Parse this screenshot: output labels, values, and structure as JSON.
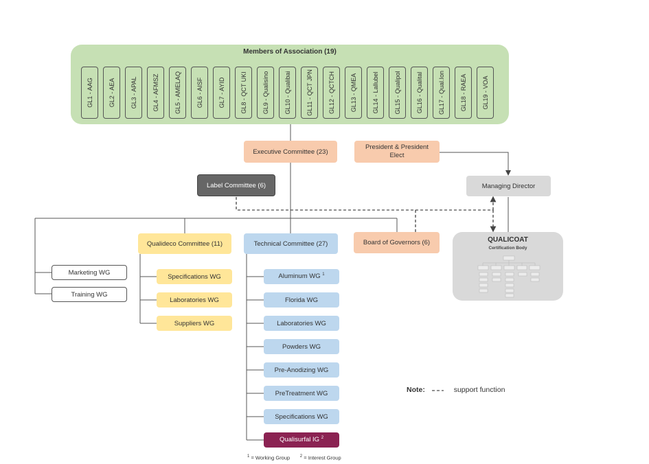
{
  "members": {
    "title": "Members of Association (19)",
    "items": [
      "GL1 - AAG",
      "GL2 - AEA",
      "GL3 - APAL",
      "GL4 - AFMSZ",
      "GL5 - AMELAQ",
      "GL6 - AISF",
      "GL7 - AYID",
      "GL8 - QCT UKI",
      "GL9 - Qualisino",
      "GL10 - Qualibai",
      "GL11 - QCT JPN",
      "GL12 - QCTCH",
      "GL13 - QMEA",
      "GL14 - Lallubel",
      "GL15 - Qualipol",
      "GL16 - Qualital",
      "GL17 - Qual.Ion",
      "GL18 - RAEA",
      "GL19 - VOA"
    ]
  },
  "executive_committee": "Executive Committee (23)",
  "president": "President & President Elect",
  "label_committee": "Label Committee (6)",
  "managing_director": "Managing Director",
  "qualideco_committee": "Qualideco Committee (11)",
  "technical_committee": "Technical Committee (27)",
  "board_of_governors": "Board of Governors (6)",
  "qualicoat": {
    "title": "QUALICOAT",
    "subtitle": "Certification Body"
  },
  "marketing_wg": "Marketing WG",
  "training_wg": "Training WG",
  "qualideco_wgs": [
    "Specifications WG",
    "Laboratories WG",
    "Suppliers WG"
  ],
  "technical_wgs": [
    "Aluminum WG",
    "Florida WG",
    "Laboratories WG",
    "Powders WG",
    "Pre-Anodizing WG",
    "PreTreatment WG",
    "Specifications WG"
  ],
  "aluminum_sup": "1",
  "qualisurfal": {
    "label": "Qualisurfal IG",
    "sup": "2"
  },
  "note": {
    "label": "Note:",
    "text": "support function"
  },
  "footnotes": {
    "sup1": "1",
    "text1": "= Working Group",
    "sup2": "2",
    "text2": "= Interest Group"
  },
  "colors": {
    "members": "#c6e0b4",
    "orange": "#f8cbad",
    "yellow": "#ffe699",
    "blue": "#bdd7ee",
    "gray": "#d9d9d9",
    "maroon": "#8b2252"
  }
}
